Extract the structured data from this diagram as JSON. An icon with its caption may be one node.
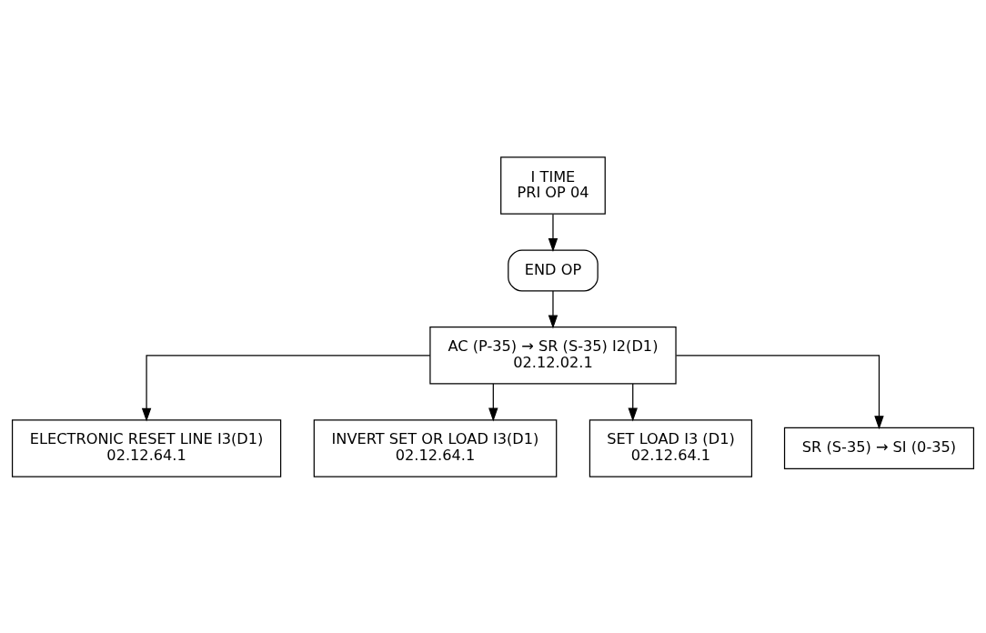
{
  "diagram": {
    "nodes": [
      {
        "text": [
          "I TIME",
          "PRI OP 04"
        ]
      },
      {
        "text": [
          "END OP"
        ]
      },
      {
        "text": [
          "AC (P-35) → SR (S-35) I2(D1)",
          "02.12.02.1"
        ]
      },
      {
        "text": [
          "ELECTRONIC RESET LINE I3(D1)",
          "02.12.64.1"
        ]
      },
      {
        "text": [
          "INVERT SET OR LOAD I3(D1)",
          "02.12.64.1"
        ]
      },
      {
        "text": [
          "SET LOAD I3 (D1)",
          "02.12.64.1"
        ]
      },
      {
        "text": [
          "SR (S-35) → SI (0-35)"
        ]
      }
    ],
    "edges": [
      {
        "from": 0,
        "to": 1,
        "arrow": "to"
      },
      {
        "from": 1,
        "to": 2,
        "arrow": "to"
      },
      {
        "from": 2,
        "to": 3,
        "arrow": "to"
      },
      {
        "from": 2,
        "to": 4,
        "arrow": "to"
      },
      {
        "from": 2,
        "to": 5,
        "arrow": "to"
      },
      {
        "from": 2,
        "to": 6,
        "arrow": "to"
      }
    ]
  }
}
